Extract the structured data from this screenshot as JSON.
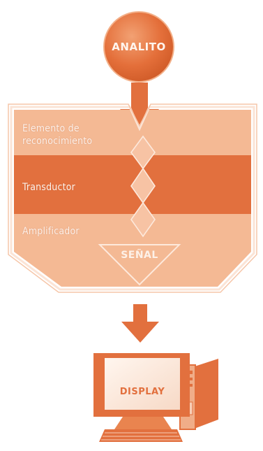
{
  "diagram": {
    "analyte": "ANALITO",
    "layers": {
      "recognition": [
        "Elemento de",
        "reconocimiento"
      ],
      "transducer": "Transductor",
      "amplifier": "Amplificador"
    },
    "signal": "SEÑAL",
    "display": "DISPLAY"
  },
  "colors": {
    "dark": "#e2703e",
    "mid": "#f0ad88",
    "light": "#f8cdb5",
    "outline": "#fbe4d6"
  }
}
